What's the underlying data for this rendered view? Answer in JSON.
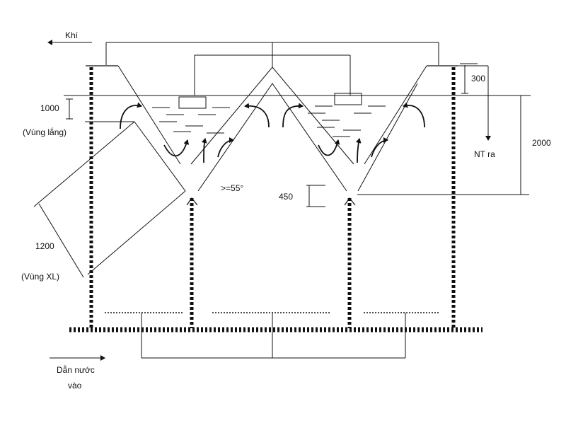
{
  "labels": {
    "gas": "Khí",
    "outlet": "NT ra",
    "inlet_line1": "Dẫn nước",
    "inlet_line2": "vào",
    "settling_zone_height": "1000",
    "settling_zone_name": "(Vùng lắng)",
    "treatment_zone_height": "1200",
    "treatment_zone_name": "(Vùng XL)",
    "freeboard": "300",
    "total_height": "2000",
    "gap": "450",
    "angle": ">=55°"
  },
  "colors": {
    "line": "#111111",
    "background": "#ffffff"
  },
  "icons": {
    "gas_arrow": "arrow-left-icon",
    "inlet_arrow": "arrow-right-icon",
    "outlet_arrow": "arrow-down-icon"
  }
}
